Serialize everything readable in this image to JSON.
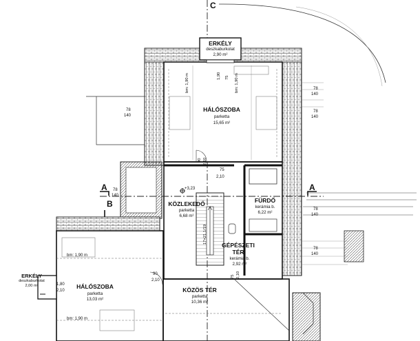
{
  "rooms": {
    "erkely_top": {
      "name": "ERKÉLY",
      "material": "deszkaburkolat",
      "area": "2,90 m²"
    },
    "halo_top": {
      "name": "HÁLÓSZOBA",
      "material": "parketta",
      "area": "15,65 m²"
    },
    "kozlekedo": {
      "name": "KÖZLEKEDŐ",
      "material": "parketta",
      "area": "6,68 m²"
    },
    "furdo": {
      "name": "FÜRDŐ",
      "material": "kerámia b.",
      "area": "6,22 m²"
    },
    "gepeszeti": {
      "name": "GÉPÉSZETI",
      "name2": "TÉR",
      "material": "kerámia b.",
      "area": "2,92 m²"
    },
    "erkely_left": {
      "name": "ERKÉLY",
      "material": "deszkaburkolat",
      "area": "2,00 m²"
    },
    "halo_left": {
      "name": "HÁLÓSZOBA",
      "material": "parketta",
      "area": "13,03 m²"
    },
    "kozos_ter": {
      "name": "KÖZÖS TÉR",
      "material": "parketta",
      "area": "10,36 m²"
    }
  },
  "sections": {
    "a": "A",
    "b": "B",
    "c": "C"
  },
  "dims": {
    "bm190": "bm: 1,90 m",
    "w78": "78",
    "w140": "140",
    "d90": "90",
    "d210": "2,10",
    "d75": "75",
    "d180": "1,80",
    "d190": "1,90",
    "level": "+3,23",
    "stair": "17×21,1/19"
  },
  "colors": {
    "line": "#1a1a1a",
    "hatch": "#444444",
    "paper": "#ffffff",
    "thin": "#777777"
  }
}
